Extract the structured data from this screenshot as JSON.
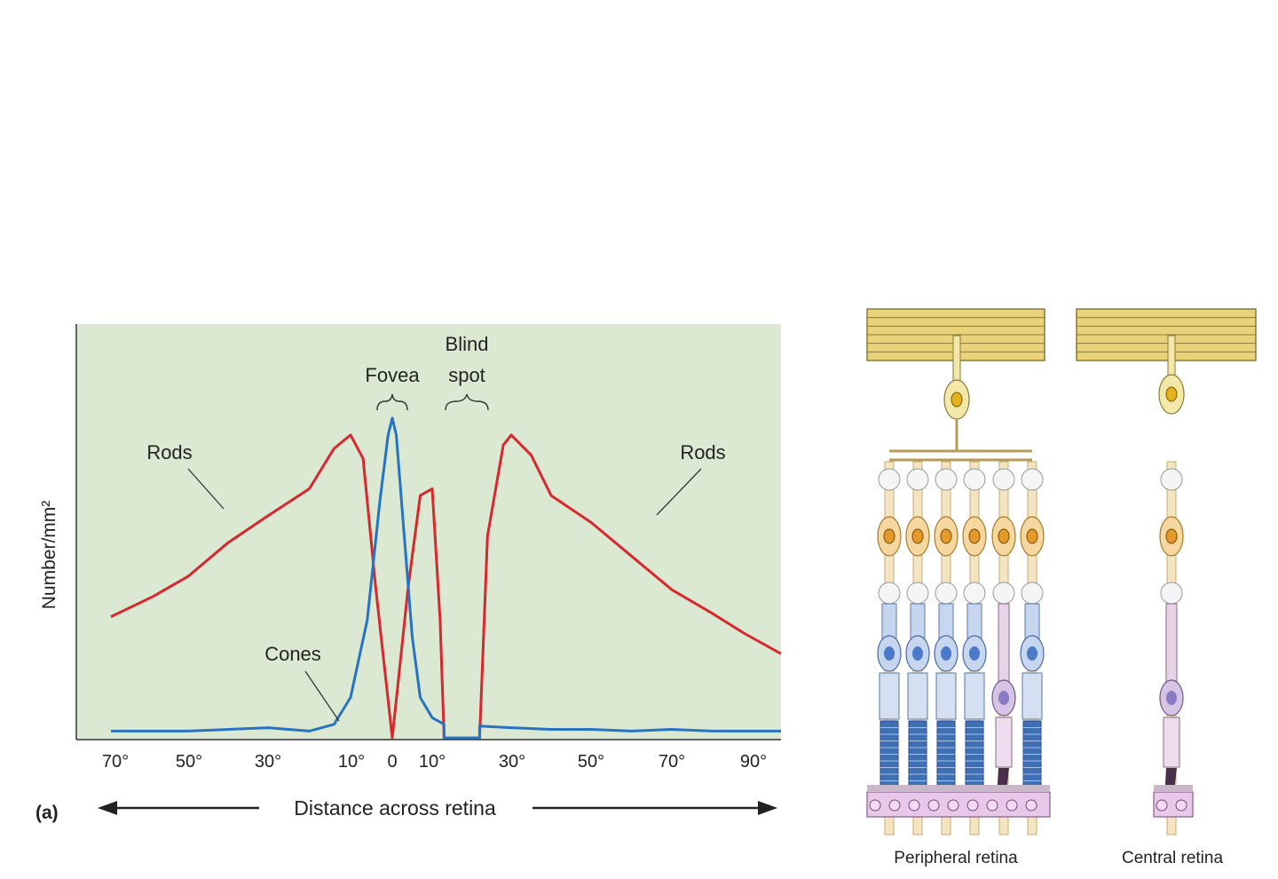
{
  "panel_a": {
    "ylabel": "Number/mm²",
    "panel_label": "(a)",
    "axis_caption": "Distance across retina",
    "tick_labels": [
      "70°",
      "50°",
      "30°",
      "10°",
      "0",
      "10°",
      "30°",
      "50°",
      "70°",
      "90°"
    ],
    "annotations": {
      "rods_left": "Rods",
      "rods_right": "Rods",
      "cones": "Cones",
      "fovea": "Fovea",
      "blind_line1": "Blind",
      "blind_line2": "spot"
    },
    "colors": {
      "background": "#dbe9d3",
      "rods": "#d9272e",
      "cones": "#2673c4"
    }
  },
  "diagram": {
    "peripheral_label": "Peripheral retina",
    "central_label": "Central retina"
  },
  "chart_data": {
    "type": "line",
    "title": "",
    "xlabel": "Distance across retina",
    "ylabel": "Number/mm²",
    "x_ticks": [
      "70°",
      "50°",
      "30°",
      "10°",
      "0",
      "10°",
      "30°",
      "50°",
      "70°",
      "90°"
    ],
    "y_units": "relative density (0–1)",
    "series": [
      {
        "name": "Rods",
        "color": "#d9272e",
        "points": [
          [
            -72,
            0.36
          ],
          [
            -60,
            0.42
          ],
          [
            -50,
            0.48
          ],
          [
            -40,
            0.58
          ],
          [
            -30,
            0.66
          ],
          [
            -20,
            0.74
          ],
          [
            -14,
            0.86
          ],
          [
            -10,
            0.9
          ],
          [
            -7,
            0.83
          ],
          [
            -4,
            0.45
          ],
          [
            0,
            0.0
          ],
          [
            4,
            0.45
          ],
          [
            7,
            0.72
          ],
          [
            10,
            0.74
          ],
          [
            12,
            0.35
          ],
          [
            13,
            0.0
          ],
          [
            22,
            0.0
          ],
          [
            24,
            0.6
          ],
          [
            28,
            0.87
          ],
          [
            30,
            0.9
          ],
          [
            35,
            0.84
          ],
          [
            40,
            0.72
          ],
          [
            50,
            0.64
          ],
          [
            60,
            0.54
          ],
          [
            70,
            0.44
          ],
          [
            80,
            0.37
          ],
          [
            88,
            0.31
          ],
          [
            95,
            0.25
          ]
        ]
      },
      {
        "name": "Cones",
        "color": "#2673c4",
        "points": [
          [
            -72,
            0.02
          ],
          [
            -60,
            0.02
          ],
          [
            -50,
            0.02
          ],
          [
            -40,
            0.025
          ],
          [
            -30,
            0.03
          ],
          [
            -20,
            0.02
          ],
          [
            -14,
            0.04
          ],
          [
            -10,
            0.12
          ],
          [
            -6,
            0.35
          ],
          [
            -3,
            0.7
          ],
          [
            -1,
            0.9
          ],
          [
            0,
            0.95
          ],
          [
            1,
            0.9
          ],
          [
            3,
            0.6
          ],
          [
            5,
            0.3
          ],
          [
            7,
            0.12
          ],
          [
            10,
            0.06
          ],
          [
            13,
            0.04
          ],
          [
            13,
            0.0
          ],
          [
            22,
            0.0
          ],
          [
            22,
            0.035
          ],
          [
            30,
            0.03
          ],
          [
            40,
            0.025
          ],
          [
            50,
            0.025
          ],
          [
            60,
            0.02
          ],
          [
            70,
            0.025
          ],
          [
            80,
            0.02
          ],
          [
            95,
            0.02
          ]
        ]
      }
    ]
  }
}
